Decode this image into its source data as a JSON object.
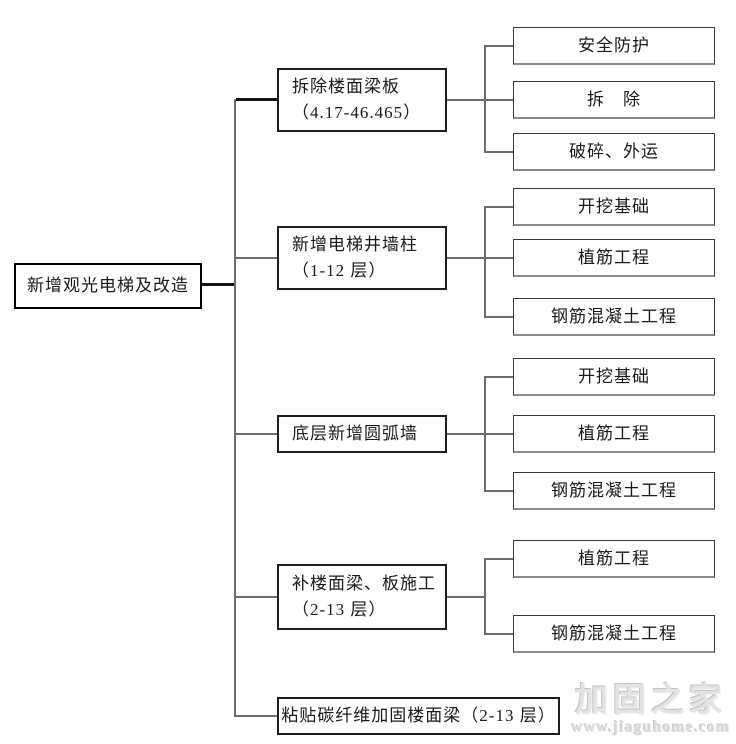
{
  "tree": {
    "root": "新增观光电梯及改造",
    "groups": [
      {
        "parent": [
          "拆除楼面梁板",
          "（4.17-46.465）"
        ],
        "children": [
          "安全防护",
          "拆　除",
          "破碎、外运"
        ]
      },
      {
        "parent": [
          "新增电梯井墙柱",
          "（1-12 层）"
        ],
        "children": [
          "开挖基础",
          "植筋工程",
          "钢筋混凝土工程"
        ]
      },
      {
        "parent": [
          "底层新增圆弧墙"
        ],
        "children": [
          "开挖基础",
          "植筋工程",
          "钢筋混凝土工程"
        ]
      },
      {
        "parent": [
          "补楼面梁、板施工",
          "（2-13 层）"
        ],
        "children": [
          "植筋工程",
          "钢筋混凝土工程"
        ]
      },
      {
        "parent": [
          "粘贴碳纤维加固楼面梁（2-13 层）"
        ],
        "children": []
      }
    ]
  },
  "watermark": {
    "title": "加固之家",
    "url": "www.jiaguhome.com"
  },
  "colors": {
    "connector": "#6b6b6b",
    "bold_connector": "#141414",
    "box_border": "#1f1f1f"
  }
}
